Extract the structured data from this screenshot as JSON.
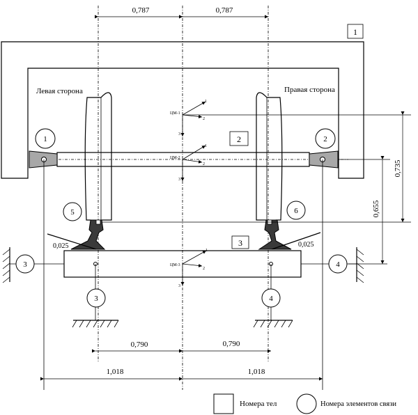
{
  "labels": {
    "left_side": "Левая сторона",
    "right_side": "Правая сторона"
  },
  "dimensions": {
    "top_left": "0,787",
    "top_right": "0,787",
    "mid_left": "0,790",
    "mid_right": "0,790",
    "bottom_left": "1,018",
    "bottom_right": "1,018",
    "right_outer": "0,735",
    "right_inner": "0,655",
    "rail_gap_left": "0,025",
    "rail_gap_right": "0,025"
  },
  "bodies": [
    {
      "id": "1"
    },
    {
      "id": "2"
    },
    {
      "id": "3"
    }
  ],
  "links": [
    "1",
    "2",
    "3",
    "4",
    "3",
    "4",
    "5",
    "6"
  ],
  "cm_labels": [
    "ЦМ-1",
    "ЦМ-2",
    "ЦМ-3"
  ],
  "axes": [
    "1",
    "2",
    "3"
  ],
  "legend": {
    "bodies": "Номера тел",
    "links": "Номера элементов связи"
  }
}
